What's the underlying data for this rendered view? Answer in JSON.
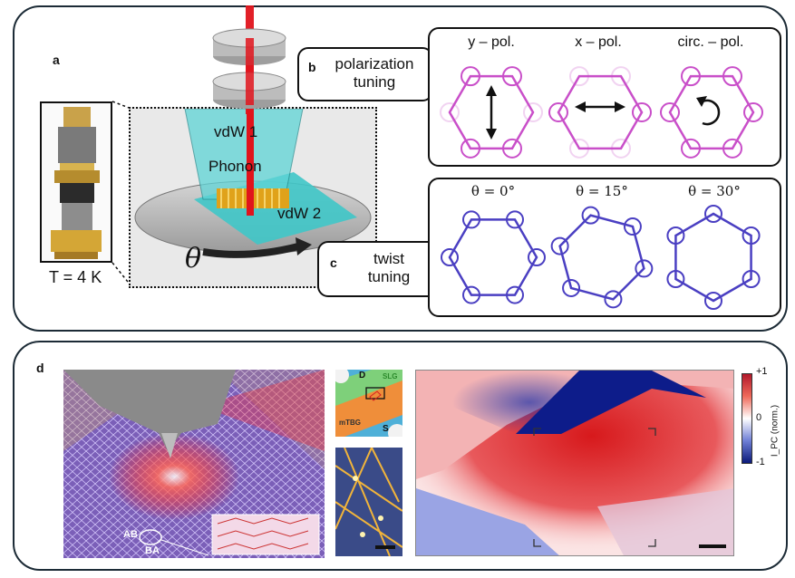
{
  "panel_a": {
    "letter": "a",
    "temperature_label": "T = 4 K",
    "layer_top": "vdW 1",
    "layer_mid": "Phonon",
    "layer_bottom": "vdW 2",
    "angle_symbol": "θ"
  },
  "panel_b": {
    "letter": "b",
    "title_line1": "polarization",
    "title_line2": "tuning",
    "labels": [
      "y – pol.",
      "x – pol.",
      "circ. – pol."
    ]
  },
  "panel_c": {
    "letter": "c",
    "title_line1": "twist",
    "title_line2": "tuning",
    "labels": [
      "θ = 0°",
      "θ = 15°",
      "θ = 30°"
    ]
  },
  "panel_d": {
    "letter": "d",
    "stacking_ab": "AB",
    "stacking_ba": "BA",
    "device_labels": {
      "drain": "D",
      "source": "S",
      "slg": "SLG",
      "mtbg": "mTBG"
    },
    "colorbar": {
      "max": "+1",
      "mid": "0",
      "min": "-1",
      "label": "I_PC (norm.)"
    }
  },
  "colors": {
    "hex_polarization": "#c94fc9",
    "hex_twist": "#4a3fc2",
    "laser": "#e0141c",
    "substrate": "#3fc6c8",
    "map_positive": "#d7191c",
    "map_negative": "#1a2ea8"
  }
}
